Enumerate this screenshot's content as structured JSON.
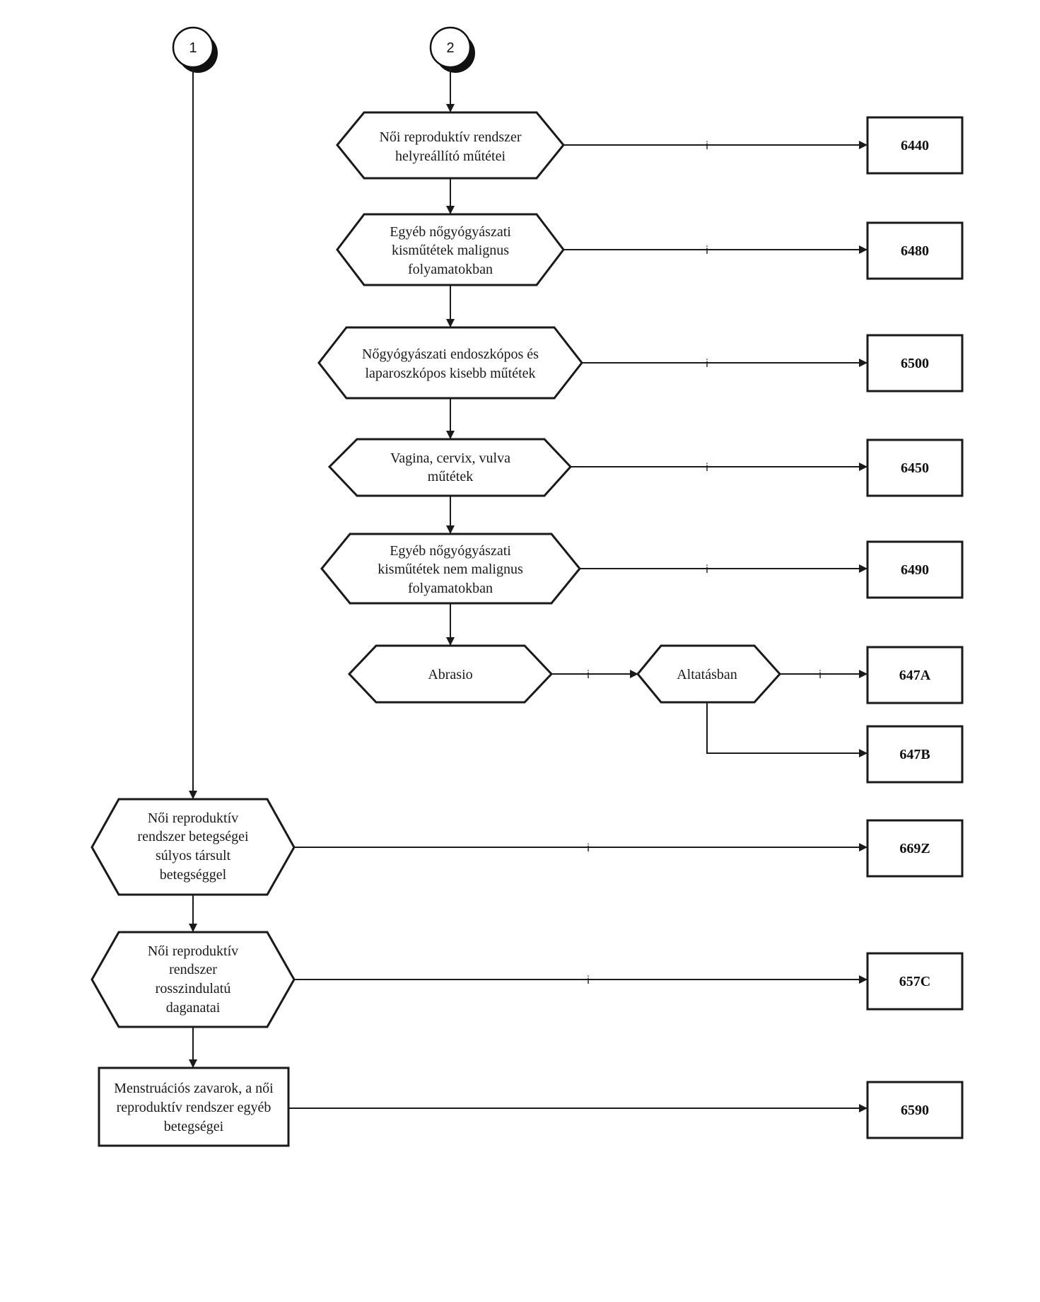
{
  "connectors": [
    {
      "id": "c1",
      "label": "1"
    },
    {
      "id": "c2",
      "label": "2"
    }
  ],
  "nodes": [
    {
      "id": "n1",
      "lines": [
        "Női reproduktív rendszer",
        "helyreállító műtétei"
      ]
    },
    {
      "id": "n2",
      "lines": [
        "Egyéb nőgyógyászati",
        "kisműtétek malignus",
        "folyamatokban"
      ]
    },
    {
      "id": "n3",
      "lines": [
        "Nőgyógyászati endoszkópos és",
        "laparoszkópos kisebb műtétek"
      ]
    },
    {
      "id": "n4",
      "lines": [
        "Vagina, cervix, vulva",
        "műtétek"
      ]
    },
    {
      "id": "n5",
      "lines": [
        "Egyéb nőgyógyászati",
        "kisműtétek nem malignus",
        "folyamatokban"
      ]
    },
    {
      "id": "n6",
      "lines": [
        "Abrasio"
      ]
    },
    {
      "id": "n7",
      "lines": [
        "Altatásban"
      ]
    },
    {
      "id": "n8",
      "lines": [
        "Női reproduktív",
        "rendszer betegségei",
        "súlyos társult",
        "betegséggel"
      ]
    },
    {
      "id": "n9",
      "lines": [
        "Női reproduktív",
        "rendszer",
        "rosszindulatú",
        "daganatai"
      ]
    },
    {
      "id": "n10",
      "lines": [
        "Menstruációs zavarok, a női",
        "reproduktív rendszer egyéb",
        "betegségei"
      ]
    }
  ],
  "codes": [
    {
      "id": "k1",
      "label": "6440"
    },
    {
      "id": "k2",
      "label": "6480"
    },
    {
      "id": "k3",
      "label": "6500"
    },
    {
      "id": "k4",
      "label": "6450"
    },
    {
      "id": "k5",
      "label": "6490"
    },
    {
      "id": "k6",
      "label": "647A"
    },
    {
      "id": "k7",
      "label": "647B"
    },
    {
      "id": "k8",
      "label": "669Z"
    },
    {
      "id": "k9",
      "label": "657C"
    },
    {
      "id": "k10",
      "label": "6590"
    }
  ],
  "yes_marker": "i"
}
